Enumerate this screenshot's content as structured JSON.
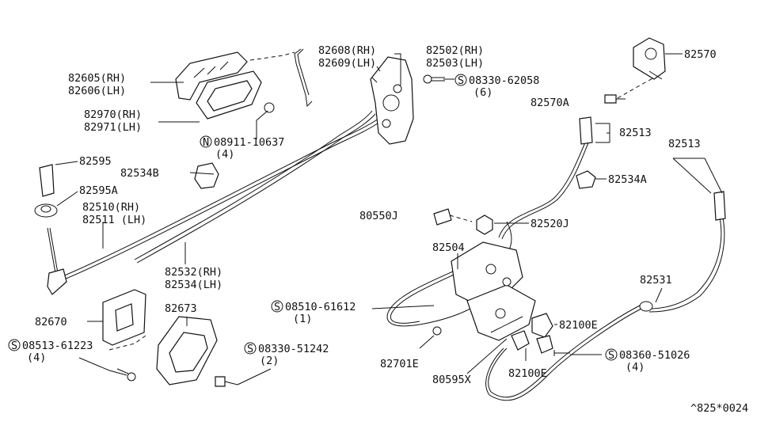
{
  "parts": {
    "p82608": "82608(RH)",
    "p82609": "82609(LH)",
    "p82502": "82502(RH)",
    "p82503": "82503(LH)",
    "p82570": "82570",
    "p82605": "82605(RH)",
    "p82606": "82606(LH)",
    "s08330_62058": "08330-62058",
    "q6": "(6)",
    "p82570A": "82570A",
    "p82970": "82970(RH)",
    "p82971": "82971(LH)",
    "n08911_10637": "08911-10637",
    "q4a": "(4)",
    "p82513a": "82513",
    "p82513b": "82513",
    "p82595": "82595",
    "p82534B": "82534B",
    "p82534A": "82534A",
    "p82595A": "82595A",
    "p82510": "82510(RH)",
    "p82511": "82511 (LH)",
    "p80550J": "80550J",
    "p82520J": "82520J",
    "p82504": "82504",
    "p82532": "82532(RH)",
    "p82534": "82534(LH)",
    "p82531": "82531",
    "p82670": "82670",
    "p82673": "82673",
    "s08510_61612": "08510-61612",
    "q1": "(1)",
    "p82100E_a": "82100E",
    "s08513_61223": "08513-61223",
    "q4b": "(4)",
    "s08330_51242": "08330-51242",
    "q2": "(2)",
    "s08360_51026": "08360-51026",
    "q4c": "(4)",
    "p82701E": "82701E",
    "p82100E_b": "82100E",
    "p80595X": "80595X",
    "diagram_code": "^825*0024"
  },
  "symbols": {
    "screw": "S",
    "nut": "N"
  }
}
